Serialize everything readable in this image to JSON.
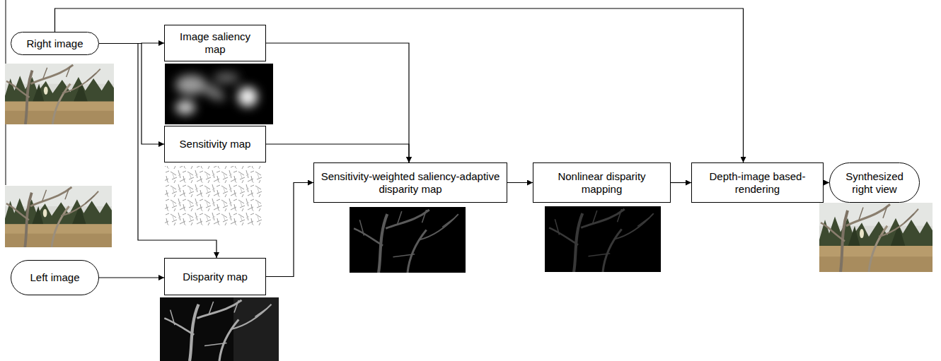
{
  "diagram": {
    "nodes": [
      {
        "text": [
          "Right image"
        ]
      },
      {
        "text": [
          "Image saliency map"
        ]
      },
      {
        "text": [
          "Sensitivity map"
        ]
      },
      {
        "text": [
          "Sensitivity-weighted saliency-adaptive disparity map"
        ]
      },
      {
        "text": [
          "Nonlinear disparity mapping"
        ]
      },
      {
        "text": [
          "Depth-image based-rendering"
        ]
      },
      {
        "text": [
          "Synthesized right view"
        ]
      },
      {
        "text": [
          "Left image"
        ]
      },
      {
        "text": [
          "Disparity map"
        ]
      }
    ],
    "edges": [
      {
        "from": 0,
        "to": 1,
        "arrow": "to"
      },
      {
        "from": 0,
        "to": 2,
        "arrow": "to"
      },
      {
        "from": 0,
        "to": 8,
        "arrow": "to"
      },
      {
        "from": 0,
        "to": 5,
        "arrow": "to"
      },
      {
        "from": 7,
        "to": 8,
        "arrow": "to"
      },
      {
        "from": 1,
        "to": 3,
        "arrow": "to"
      },
      {
        "from": 2,
        "to": 3,
        "arrow": "to"
      },
      {
        "from": 8,
        "to": 3,
        "arrow": "to"
      },
      {
        "from": 3,
        "to": 4,
        "arrow": "to"
      },
      {
        "from": 4,
        "to": 5,
        "arrow": "to"
      },
      {
        "from": 5,
        "to": 6,
        "arrow": "to"
      }
    ]
  }
}
